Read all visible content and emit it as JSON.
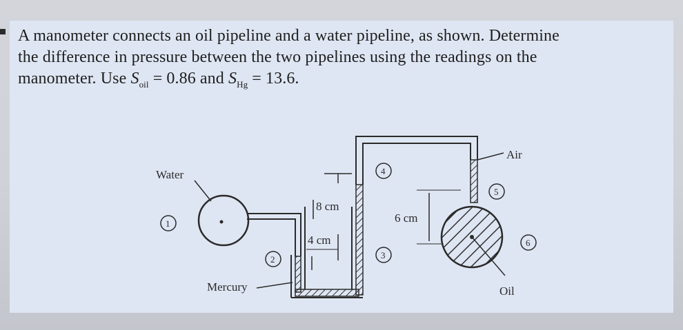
{
  "problem": {
    "line1": "A manometer connects an oil pipeline and a water pipeline, as shown. Determine",
    "line2": "the difference in pressure between the two pipelines using the readings on the",
    "line3_prefix": "manometer. Use ",
    "symbol_s": "S",
    "sub_oil": "oil",
    "eq_oil": " = 0.86 and ",
    "sub_hg": "Hg",
    "eq_hg": " = 13.6."
  },
  "diagram": {
    "labels": {
      "water": "Water",
      "mercury": "Mercury",
      "air": "Air",
      "oil": "Oil",
      "dim_8cm": "8 cm",
      "dim_4cm": "4 cm",
      "dim_6cm": "6 cm"
    },
    "points": [
      "1",
      "2",
      "3",
      "4",
      "5",
      "6"
    ]
  }
}
